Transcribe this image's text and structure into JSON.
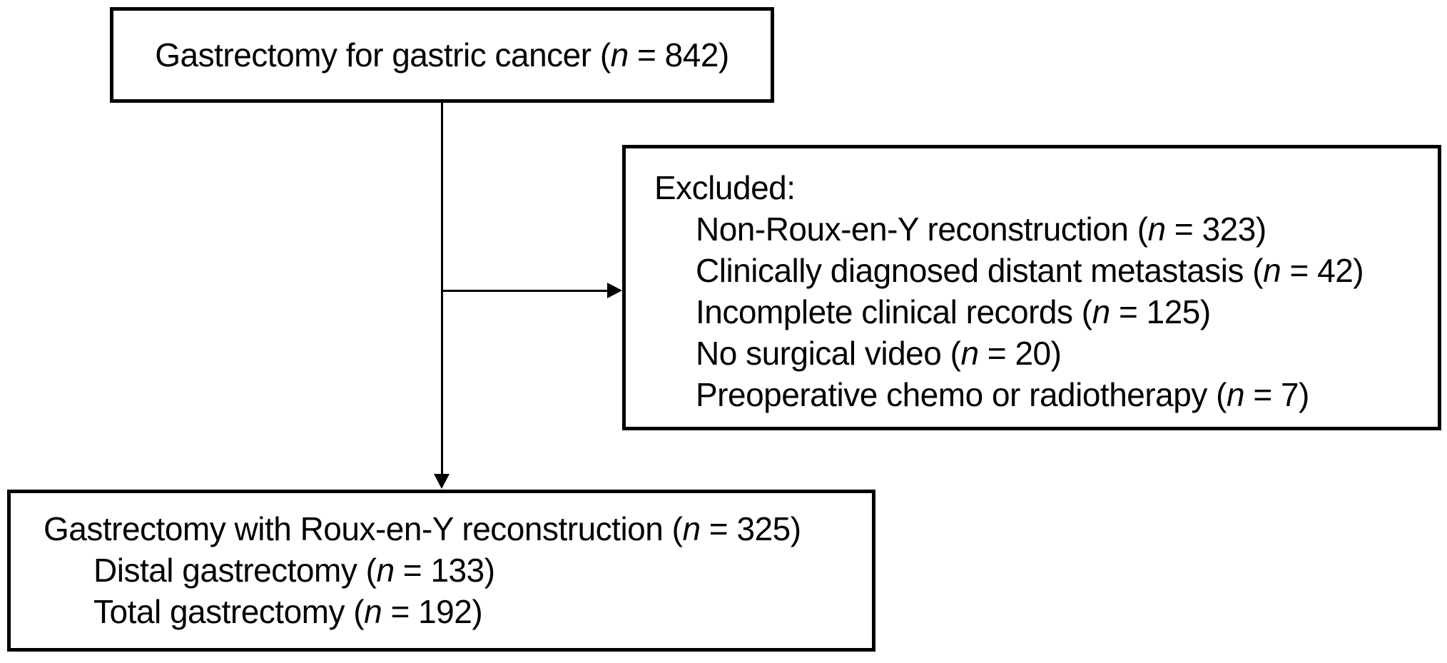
{
  "colors": {
    "ink": "#000000",
    "background": "#ffffff"
  },
  "boxes": {
    "top": {
      "line": {
        "pre": "Gastrectomy for gastric cancer (",
        "var": "n",
        "post": " = 842)"
      }
    },
    "excluded": {
      "title": "Excluded:",
      "items": [
        {
          "pre": "Non-Roux-en-Y reconstruction (",
          "var": "n",
          "post": " = 323)"
        },
        {
          "pre": "Clinically diagnosed distant metastasis (",
          "var": "n",
          "post": " = 42)"
        },
        {
          "pre": "Incomplete clinical records (",
          "var": "n",
          "post": " = 125)"
        },
        {
          "pre": "No surgical video (",
          "var": "n",
          "post": " = 20)"
        },
        {
          "pre": "Preoperative chemo or radiotherapy (",
          "var": "n",
          "post": " = 7)"
        }
      ]
    },
    "roux": {
      "main": {
        "pre": "Gastrectomy with Roux-en-Y reconstruction (",
        "var": "n",
        "post": " = 325)"
      },
      "items": [
        {
          "pre": "Distal gastrectomy (",
          "var": "n",
          "post": " = 133)"
        },
        {
          "pre": "Total gastrectomy (",
          "var": "n",
          "post": " = 192)"
        }
      ]
    }
  }
}
